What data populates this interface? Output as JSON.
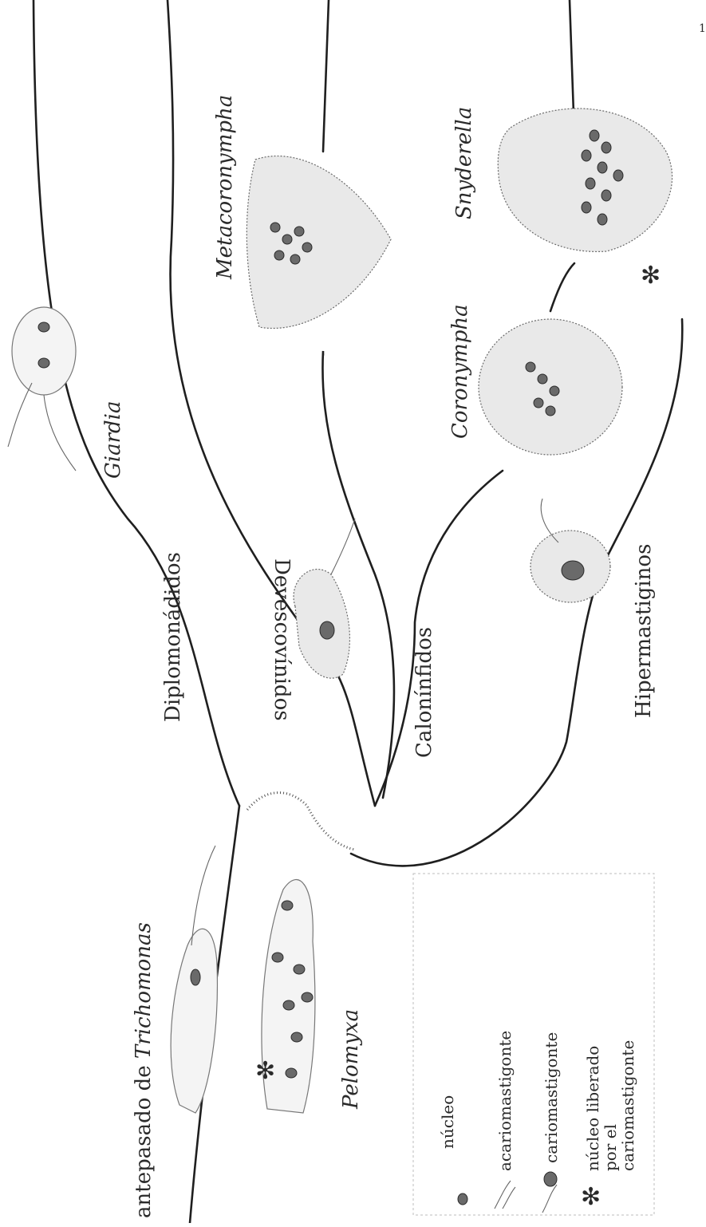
{
  "labels": {
    "ancestor": {
      "prefix": "antepasado de ",
      "genus": "Trichomonas"
    },
    "pelomyxa": "Pelomyxa",
    "giardia": "Giardia",
    "metacoronympha": "Metacoronympha",
    "devescovinidos": "Devescovínidos",
    "diplomonadidos": "Diplomonádidos",
    "calonymphidos": "Calonínfidos",
    "coronympha": "Coronympha",
    "snyderella": "Snyderella",
    "hipermastiginos": "Hipermastiginos"
  },
  "legend": {
    "items": [
      {
        "icon": "nucleus-icon",
        "text": "núcleo"
      },
      {
        "icon": "akaryomastigont-icon",
        "text": "acariomastigonte"
      },
      {
        "icon": "karyomastigont-icon",
        "text": "cariomastigonte"
      },
      {
        "icon": "asterisk-icon",
        "text_lines": [
          "núcleo liberado",
          "por el",
          "cariomastigonte"
        ]
      }
    ]
  },
  "page_number": "1",
  "colors": {
    "line": "#1f1f1f",
    "stipple": "#6a6a6a",
    "background": "#ffffff"
  }
}
